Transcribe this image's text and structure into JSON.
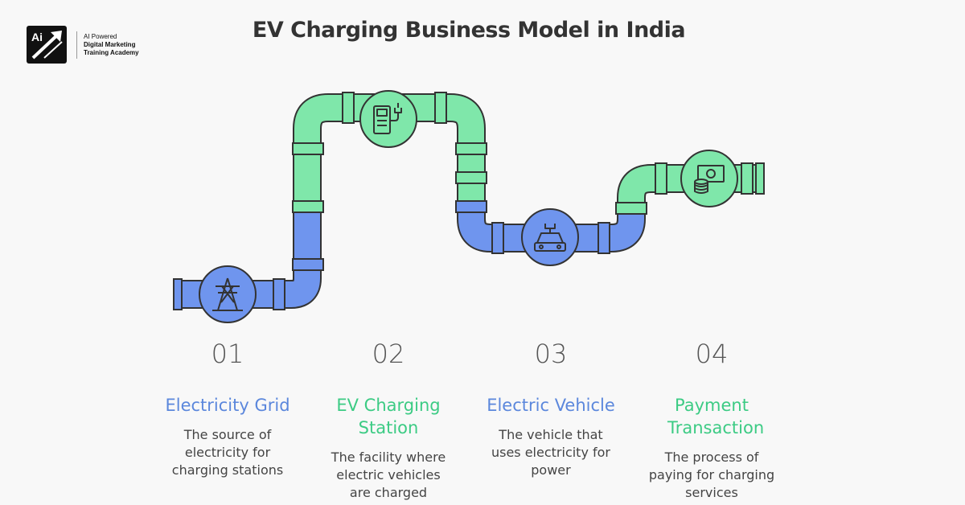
{
  "logo": {
    "mark_text": "Ai",
    "line1": "AI Powered",
    "line2": "Digital Marketing",
    "line3": "Training Academy"
  },
  "title": "EV Charging Business Model in India",
  "colors": {
    "blue": "#6f95ee",
    "blue_dark": "#3d6ae0",
    "green": "#7fe7aa",
    "green_dark": "#2fc77a",
    "outline": "#333333"
  },
  "steps": [
    {
      "number": "01",
      "title": "Electricity Grid",
      "description": "The source of electricity for charging stations",
      "icon": "power-tower-icon",
      "color": "blue"
    },
    {
      "number": "02",
      "title": "EV Charging Station",
      "description": "The facility where electric vehicles are charged",
      "icon": "charging-station-icon",
      "color": "green"
    },
    {
      "number": "03",
      "title": "Electric Vehicle",
      "description": "The vehicle that uses electricity for power",
      "icon": "electric-car-icon",
      "color": "blue"
    },
    {
      "number": "04",
      "title": "Payment Transaction",
      "description": "The process of paying for charging services",
      "icon": "payment-cash-icon",
      "color": "green"
    }
  ]
}
